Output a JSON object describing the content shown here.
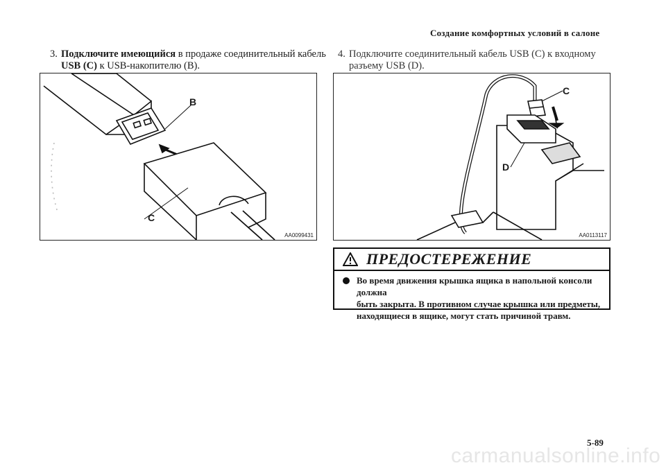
{
  "header": {
    "title": "Создание комфортных условий в салоне"
  },
  "steps": [
    {
      "num": "3.",
      "bold": "Подключите имеющийся",
      "rest_line1": " в продаже соединительный кабель",
      "bold2": "USB (C)",
      "rest_line2": " к USB-накопителю (B)."
    },
    {
      "num": "4.",
      "line1": "Подключите соединительный кабель USB (C) к входному",
      "line2": "разъему USB (D)."
    }
  ],
  "figures": [
    {
      "code": "AA0099431",
      "labels": {
        "b": "B",
        "c": "C"
      }
    },
    {
      "code": "AA0113117",
      "labels": {
        "c": "C",
        "d": "D"
      }
    }
  ],
  "warning": {
    "title": "ПРЕДОСТЕРЕЖЕНИЕ",
    "line1": "Во время движения крышка ящика в напольной консоли должна",
    "line2": "быть закрыта. В противном случае крышка или предметы,",
    "line3": "находящиеся в ящике, могут стать причиной травм."
  },
  "page_number": "5-89",
  "watermark": "carmanualsonline.info"
}
